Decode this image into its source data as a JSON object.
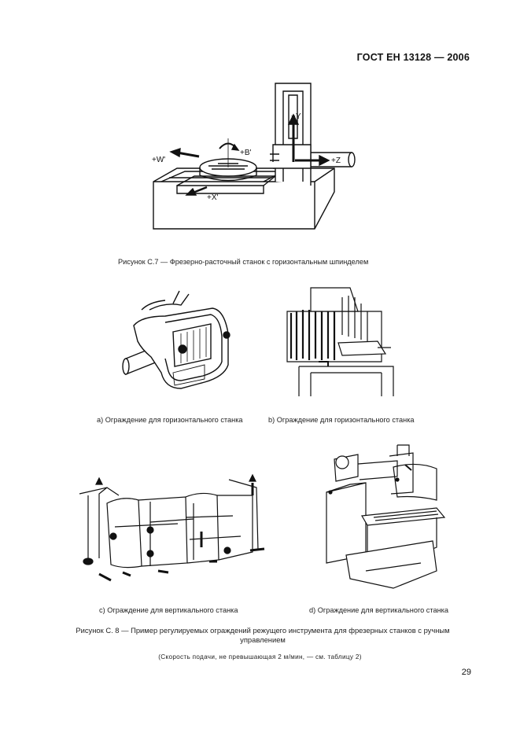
{
  "header": {
    "standard": "ГОСТ ЕН 13128 — 2006"
  },
  "figure_c7": {
    "labels": {
      "y": "+Y",
      "b": "+B'",
      "w": "+W'",
      "z": "+Z",
      "x": "+X'"
    },
    "caption": "Рисунок С.7  —  Фрезерно-расточный станок с горизонтальным шпинделем"
  },
  "figure_c8": {
    "panels": [
      {
        "caption": "а) Ограждение для горизонтального станка"
      },
      {
        "caption": "b) Ограждение для горизонтального станка"
      },
      {
        "caption": "с) Ограждение для вертикального станка"
      },
      {
        "caption": "d) Ограждение для вертикального станка"
      }
    ],
    "caption": "Рисунок С. 8 — Пример регулируемых ограждений режущего инструмента для фрезерных станков с ручным управлением",
    "note": "(Скорость подачи, не превышающая 2 м/мин, — см. таблицу 2)"
  },
  "page": {
    "number": "29"
  }
}
